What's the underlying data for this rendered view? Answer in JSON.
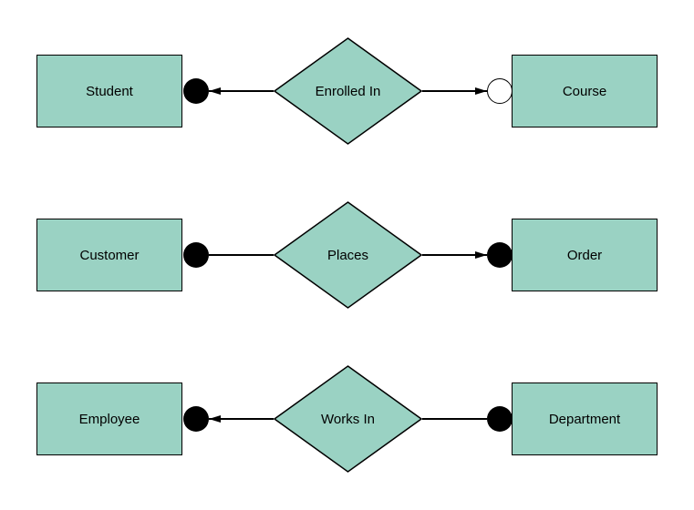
{
  "theme": {
    "background": "#ffffff",
    "shape_fill": "#9ad2c3",
    "shape_stroke": "#000000",
    "connector_color": "#000000",
    "text_color": "#000000"
  },
  "diagram": {
    "type": "entity-relationship",
    "rows": [
      {
        "left_entity": "Student",
        "relationship": "Enrolled In",
        "right_entity": "Course",
        "left_terminal": "filled-circle",
        "left_arrowhead": "pointing-left",
        "right_terminal": "open-circle",
        "right_arrowhead": "pointing-right"
      },
      {
        "left_entity": "Customer",
        "relationship": "Places",
        "right_entity": "Order",
        "left_terminal": "filled-circle",
        "left_arrowhead": "none",
        "right_terminal": "filled-circle",
        "right_arrowhead": "pointing-right"
      },
      {
        "left_entity": "Employee",
        "relationship": "Works In",
        "right_entity": "Department",
        "left_terminal": "filled-circle",
        "left_arrowhead": "pointing-left",
        "right_terminal": "filled-circle",
        "right_arrowhead": "none"
      }
    ]
  }
}
